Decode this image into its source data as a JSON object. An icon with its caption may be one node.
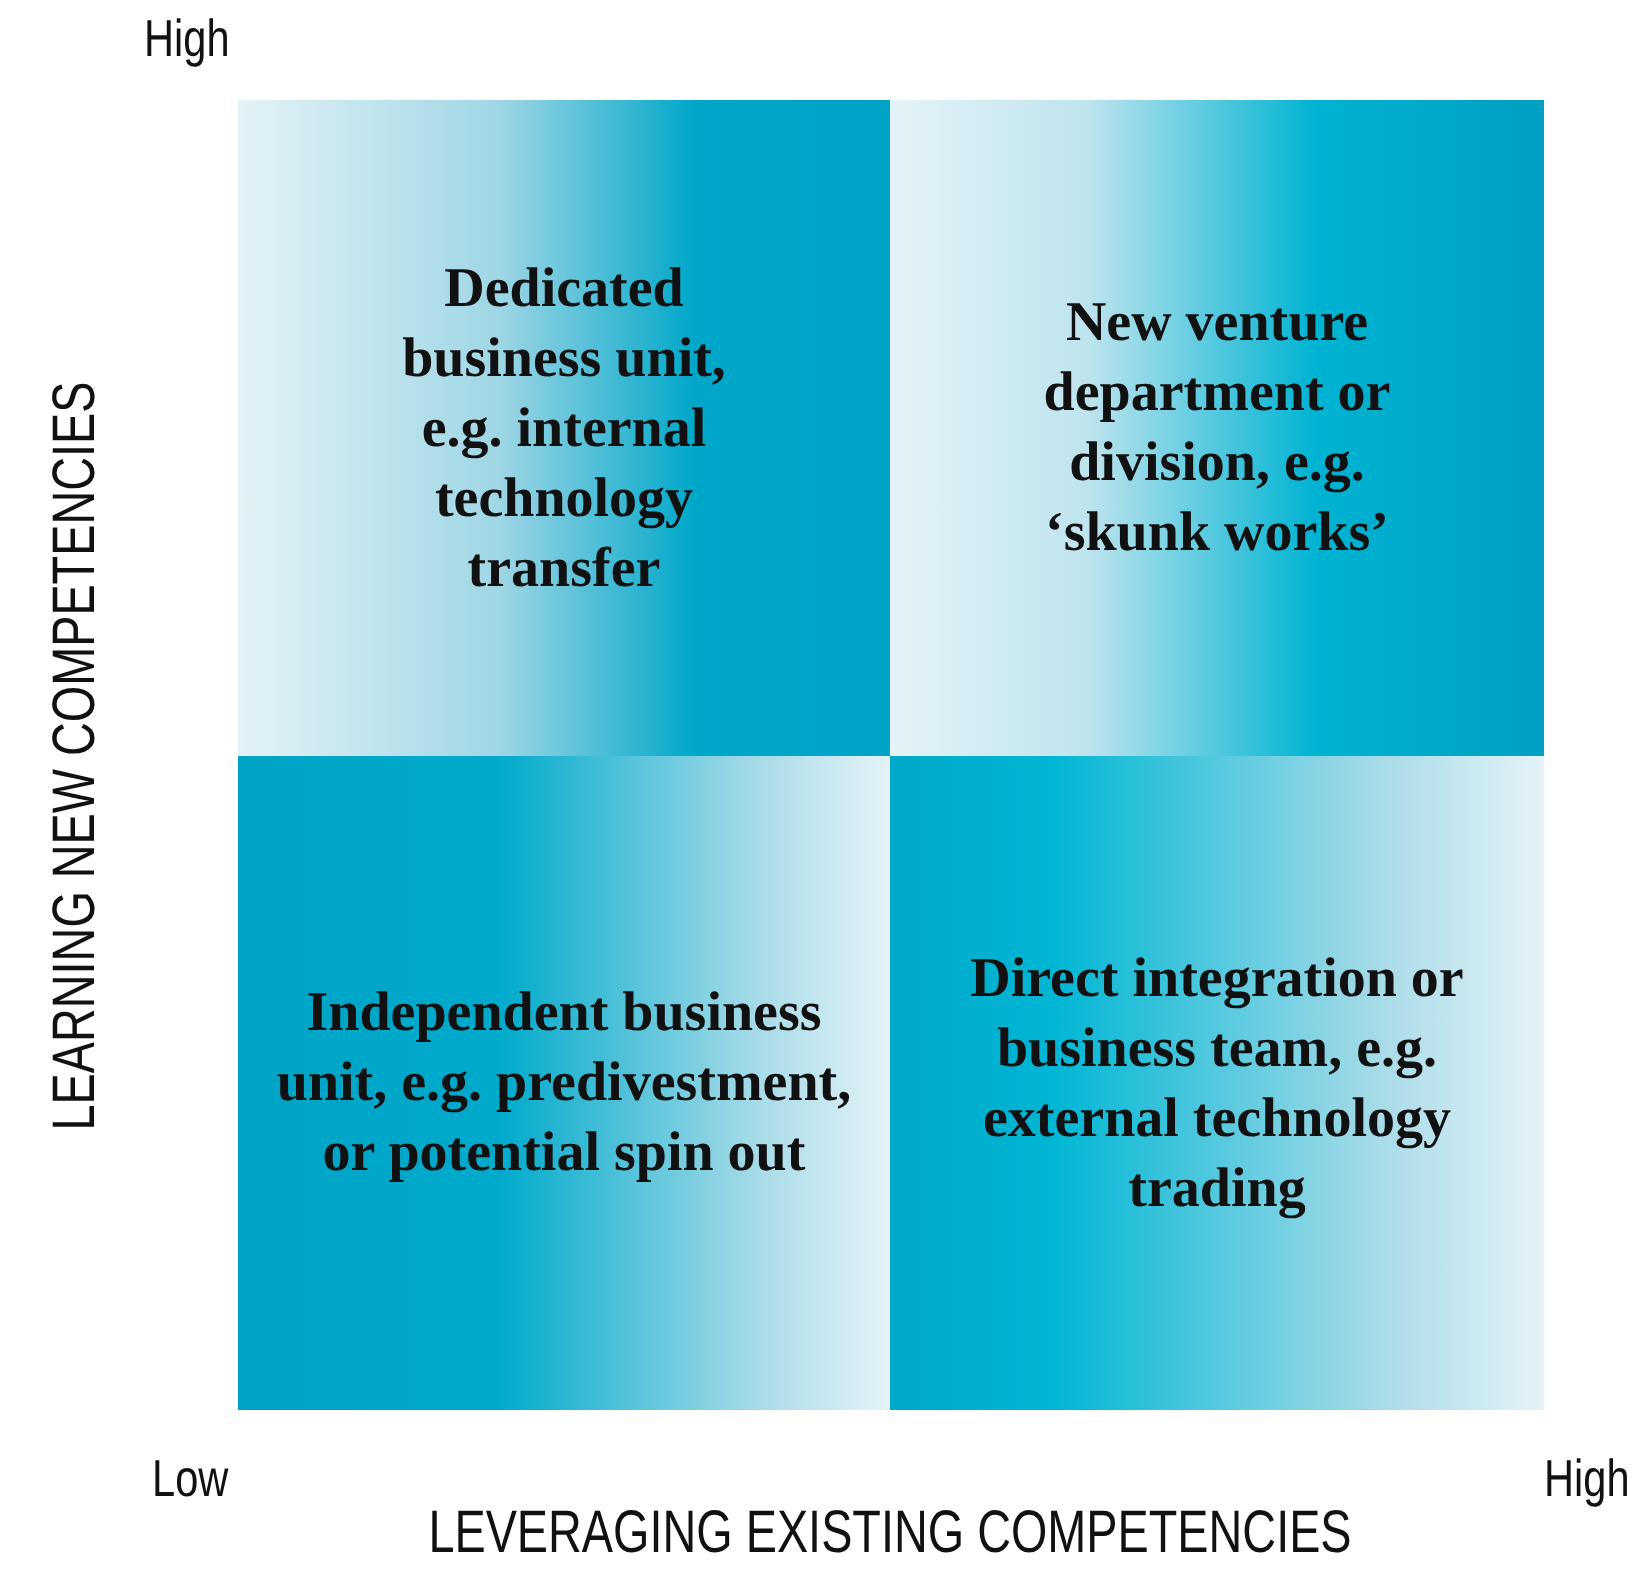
{
  "diagram": {
    "nodes": [
      {
        "text": [
          "Dedicated business unit, e.g. internal technology transfer"
        ]
      },
      {
        "text": [
          "New venture department or division, e.g. ‘skunk works’"
        ]
      },
      {
        "text": [
          "Independent business unit, e.g. predivestment, or potential spin out"
        ]
      },
      {
        "text": [
          "Direct integration or business team, e.g. external technology trading"
        ]
      }
    ],
    "labels": [
      "High",
      "LEARNING NEW COMPETENCIES",
      "Low",
      "High",
      "LEVERAGING EXISTING COMPETENCIES"
    ]
  }
}
